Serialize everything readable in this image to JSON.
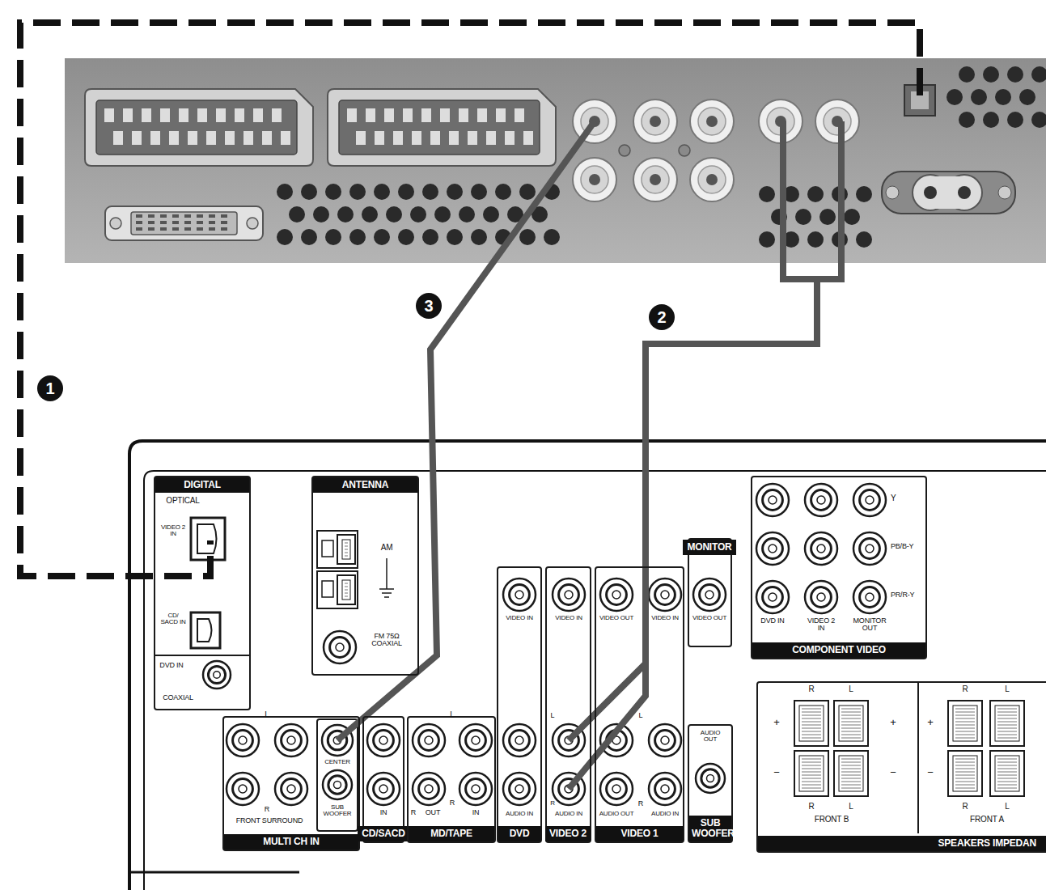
{
  "diagram": {
    "nodes": [
      {
        "text": [
          "DIGITAL"
        ]
      },
      {
        "text": [
          "ANTENNA"
        ]
      },
      {
        "text": [
          "MULTI CH IN"
        ]
      },
      {
        "text": [
          "CD/SACD"
        ]
      },
      {
        "text": [
          "MD/TAPE"
        ]
      },
      {
        "text": [
          "DVD"
        ]
      },
      {
        "text": [
          "VIDEO 2"
        ]
      },
      {
        "text": [
          "VIDEO 1"
        ]
      },
      {
        "text": [
          "MONITOR"
        ]
      },
      {
        "text": [
          "SUB WOOFER"
        ]
      },
      {
        "text": [
          "COMPONENT VIDEO"
        ]
      },
      {
        "text": [
          "SPEAKERS IMPEDAN"
        ]
      }
    ],
    "labels": [
      "1",
      "2",
      "3",
      "OPTICAL",
      "VIDEO 2 IN",
      "CD/ SACD IN",
      "DVD IN",
      "COAXIAL",
      "AM",
      "FM 75Ω COAXIAL",
      "L",
      "R",
      "FRONT SURROUND",
      "CENTER",
      "SUB WOOFER",
      "IN",
      "L",
      "OUT",
      "R",
      "IN",
      "R",
      "VIDEO IN",
      "AUDIO IN",
      "L",
      "R",
      "VIDEO IN",
      "AUDIO IN",
      "VIDEO OUT",
      "VIDEO IN",
      "L",
      "R",
      "AUDIO OUT",
      "AUDIO IN",
      "VIDEO OUT",
      "AUDIO OUT",
      "Y",
      "PB/B-Y",
      "PR/R-Y",
      "DVD IN",
      "VIDEO 2 IN",
      "MONITOR OUT",
      "R",
      "L",
      "+",
      "+",
      "−",
      "−",
      "R",
      "L",
      "FRONT B",
      "R",
      "L",
      "+",
      "−",
      "R",
      "L",
      "FRONT A"
    ]
  }
}
